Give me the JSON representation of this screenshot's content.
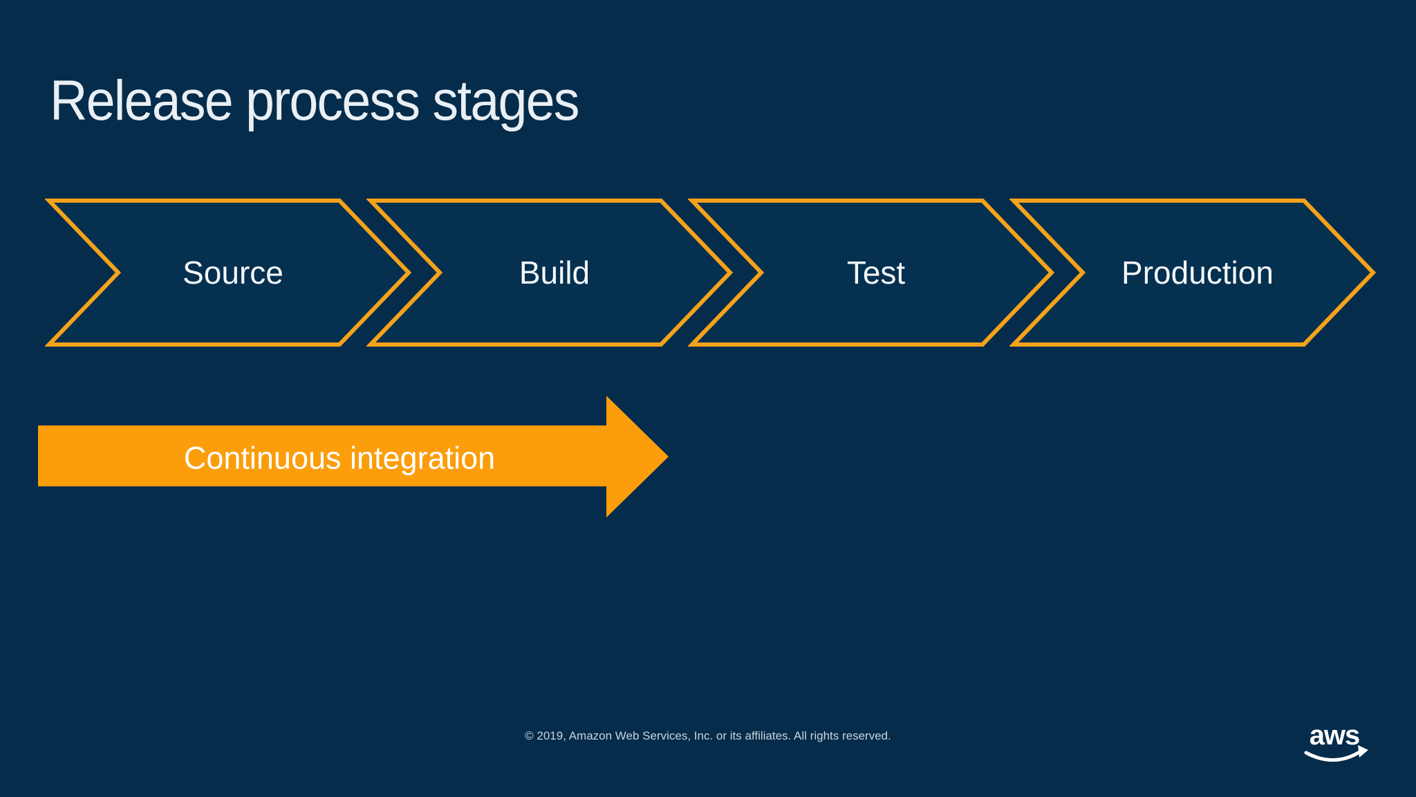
{
  "slide": {
    "title": "Release process stages",
    "footer": "© 2019, Amazon Web Services, Inc. or its affiliates. All rights reserved.",
    "logo_text": "aws",
    "colors": {
      "background": "#052C4B",
      "chevron_fill": "#06304F",
      "chevron_outline_orange": "#F5A21B",
      "arrow_orange": "#FC9D0B",
      "title_text": "#E9EFF4",
      "label_text": "#FFFFFF"
    }
  },
  "stages": [
    {
      "label": "Source"
    },
    {
      "label": "Build"
    },
    {
      "label": "Test"
    },
    {
      "label": "Production"
    }
  ],
  "ci_arrow": {
    "label": "Continuous integration"
  }
}
